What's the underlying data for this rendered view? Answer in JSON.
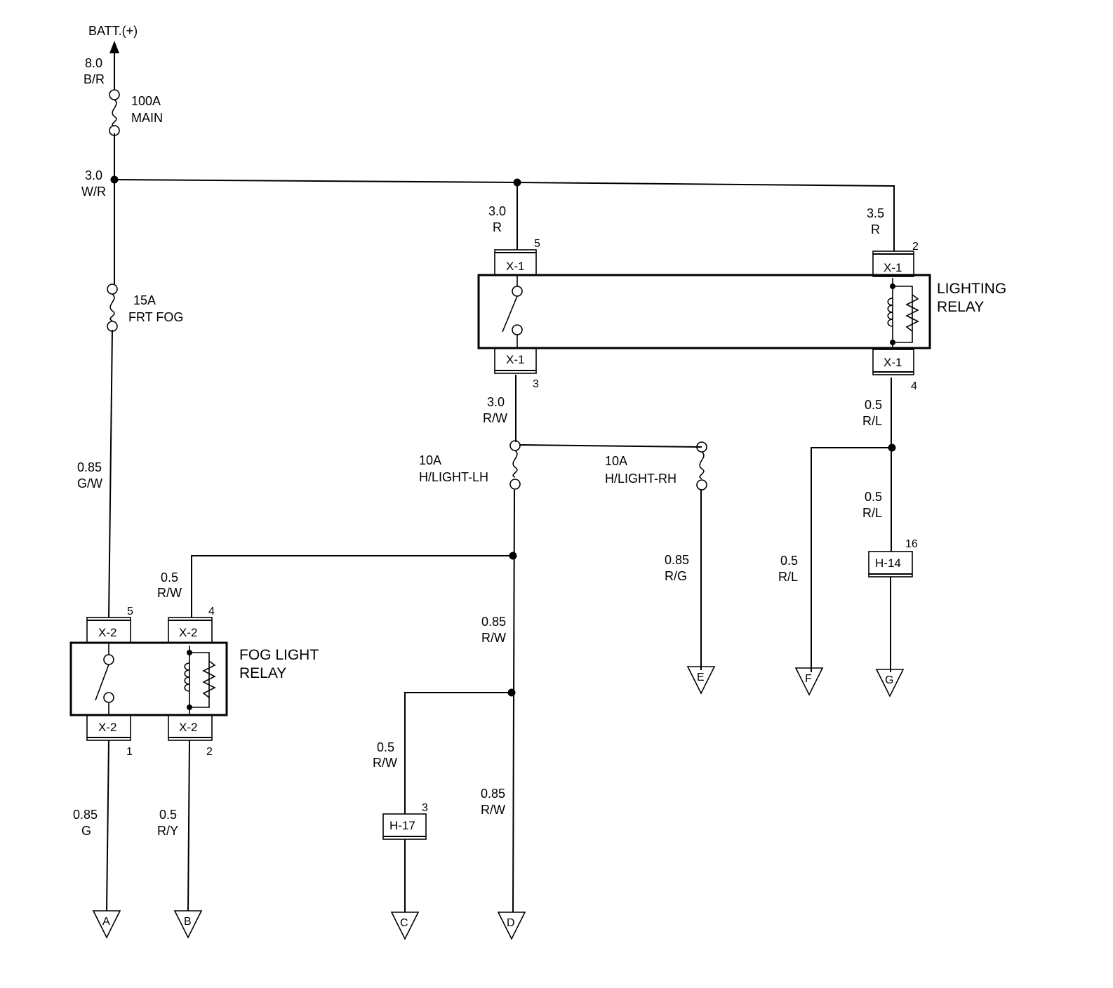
{
  "battery": {
    "label": "BATT.(+)"
  },
  "wires": {
    "batt_main": {
      "size": "8.0",
      "color": "B/R"
    },
    "main_bus": {
      "size": "3.0",
      "color": "W/R"
    },
    "to_lighting_sw": {
      "size": "3.0",
      "color": "R"
    },
    "to_lighting_coil": {
      "size": "3.5",
      "color": "R"
    },
    "fog_feed": {
      "size": "0.85",
      "color": "G/W"
    },
    "lighting_out": {
      "size": "3.0",
      "color": "R/W"
    },
    "lighting_coil_out": {
      "size": "0.5",
      "color": "R/L"
    },
    "coil_to_h14": {
      "size": "0.5",
      "color": "R/L"
    },
    "branch_f": {
      "size": "0.5",
      "color": "R/L"
    },
    "fog_coil_in": {
      "size": "0.5",
      "color": "R/W"
    },
    "lh_down": {
      "size": "0.85",
      "color": "R/W"
    },
    "rh_out": {
      "size": "0.85",
      "color": "R/G"
    },
    "to_h17": {
      "size": "0.5",
      "color": "R/W"
    },
    "to_d": {
      "size": "0.85",
      "color": "R/W"
    },
    "fog_out_a": {
      "size": "0.85",
      "color": "G"
    },
    "fog_out_b": {
      "size": "0.5",
      "color": "R/Y"
    }
  },
  "fuses": {
    "main": {
      "rating": "100A",
      "name": "MAIN"
    },
    "frt_fog": {
      "rating": "15A",
      "name": "FRT FOG"
    },
    "hl_lh": {
      "rating": "10A",
      "name": "H/LIGHT-LH"
    },
    "hl_rh": {
      "rating": "10A",
      "name": "H/LIGHT-RH"
    }
  },
  "relays": {
    "lighting": {
      "line1": "LIGHTING",
      "line2": "RELAY"
    },
    "fog": {
      "line1": "FOG LIGHT",
      "line2": "RELAY"
    }
  },
  "connectors": {
    "x1_5": {
      "name": "X-1",
      "pin": "5"
    },
    "x1_2": {
      "name": "X-1",
      "pin": "2"
    },
    "x1_3": {
      "name": "X-1",
      "pin": "3"
    },
    "x1_4": {
      "name": "X-1",
      "pin": "4"
    },
    "x2_5": {
      "name": "X-2",
      "pin": "5"
    },
    "x2_4": {
      "name": "X-2",
      "pin": "4"
    },
    "x2_1": {
      "name": "X-2",
      "pin": "1"
    },
    "x2_2": {
      "name": "X-2",
      "pin": "2"
    },
    "h14": {
      "name": "H-14",
      "pin": "16"
    },
    "h17": {
      "name": "H-17",
      "pin": "3"
    }
  },
  "terminals": {
    "a": "A",
    "b": "B",
    "c": "C",
    "d": "D",
    "e": "E",
    "f": "F",
    "g": "G"
  }
}
